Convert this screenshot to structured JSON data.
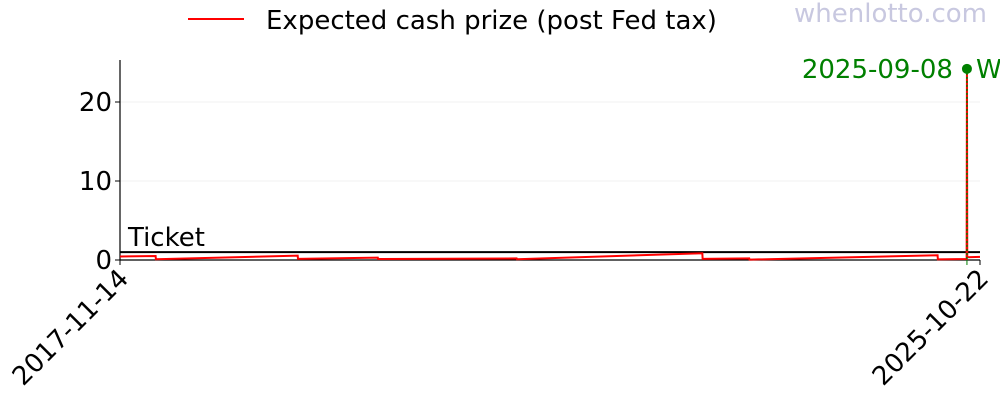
{
  "watermark": "whenlotto.com",
  "chart_data": {
    "type": "line",
    "title": "",
    "xlabel": "",
    "ylabel": "",
    "legend": {
      "entries": [
        "Expected cash prize (post Fed tax)"
      ],
      "placement": "top"
    },
    "ylim": [
      0,
      25.3
    ],
    "xlim": [
      "2017-11-14",
      "2025-10-22"
    ],
    "yticks": [
      0,
      10,
      20
    ],
    "ytick_labels": [
      "0",
      "10",
      "20"
    ],
    "xtick_labels": [
      "2017-11-14",
      "2025-10-22"
    ],
    "highlight_tick": "2025-09-08",
    "grid": true,
    "ticket_price": 1,
    "ticket_label": "Ticket",
    "win": {
      "date": "2025-09-08",
      "value": 24.2,
      "label": "W"
    },
    "series": [
      {
        "name": "Expected cash prize (post Fed tax)",
        "color": "#ff0000",
        "points": [
          [
            "2017-11-14",
            0.45
          ],
          [
            "2018-03-14",
            0.5
          ],
          [
            "2018-03-15",
            0.1
          ],
          [
            "2019-07-06",
            0.55
          ],
          [
            "2019-07-07",
            0.15
          ],
          [
            "2020-04-01",
            0.3
          ],
          [
            "2020-04-02",
            0.12
          ],
          [
            "2021-07-13",
            0.2
          ],
          [
            "2021-07-14",
            0.1
          ],
          [
            "2023-03-31",
            0.85
          ],
          [
            "2023-04-01",
            0.15
          ],
          [
            "2023-09-05",
            0.2
          ],
          [
            "2023-09-06",
            0.05
          ],
          [
            "2025-06-01",
            0.6
          ],
          [
            "2025-06-02",
            0.08
          ],
          [
            "2025-09-07",
            0.12
          ],
          [
            "2025-09-08",
            24.2
          ],
          [
            "2025-09-09",
            0.35
          ],
          [
            "2025-10-22",
            0.4
          ]
        ]
      }
    ],
    "colors": {
      "win": "#008000",
      "ticket": "#000000"
    }
  }
}
